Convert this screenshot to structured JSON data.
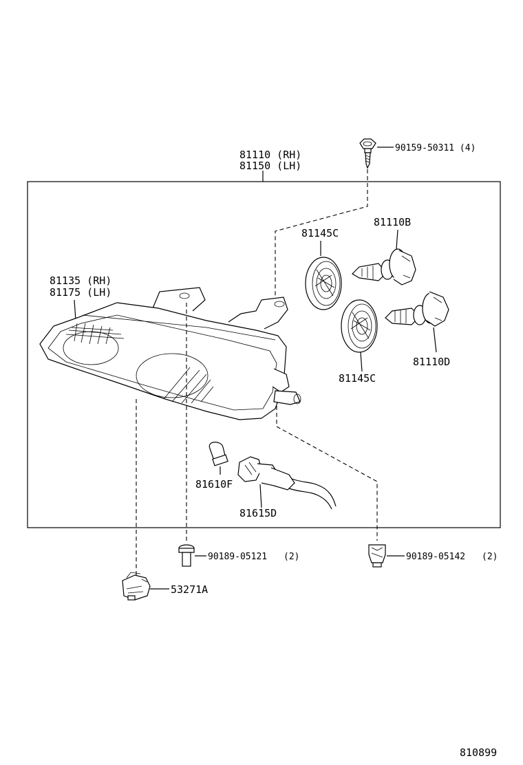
{
  "labels": {
    "assembly_rh": "81110 (RH)",
    "assembly_lh": "81150 (LH)",
    "screw_top": "90159-50311 (4)",
    "bulb_b": "81110B",
    "bulb_d": "81110D",
    "seal_top": "81145C",
    "seal_bottom": "81145C",
    "lens_rh": "81135 (RH)",
    "lens_lh": "81175 (LH)",
    "bulb_f": "81610F",
    "socket_d": "81615D",
    "screw_bottom": "90189-05121",
    "screw_bottom_qty": "(2)",
    "nut_bottom": "90189-05142",
    "nut_bottom_qty": "(2)",
    "bracket": "53271A",
    "diagram_id": "810899"
  },
  "icons": [
    "screw-icon",
    "bulb-icon",
    "seal-ring-icon",
    "headlamp-icon",
    "socket-icon",
    "clip-nut-icon",
    "bracket-icon"
  ]
}
